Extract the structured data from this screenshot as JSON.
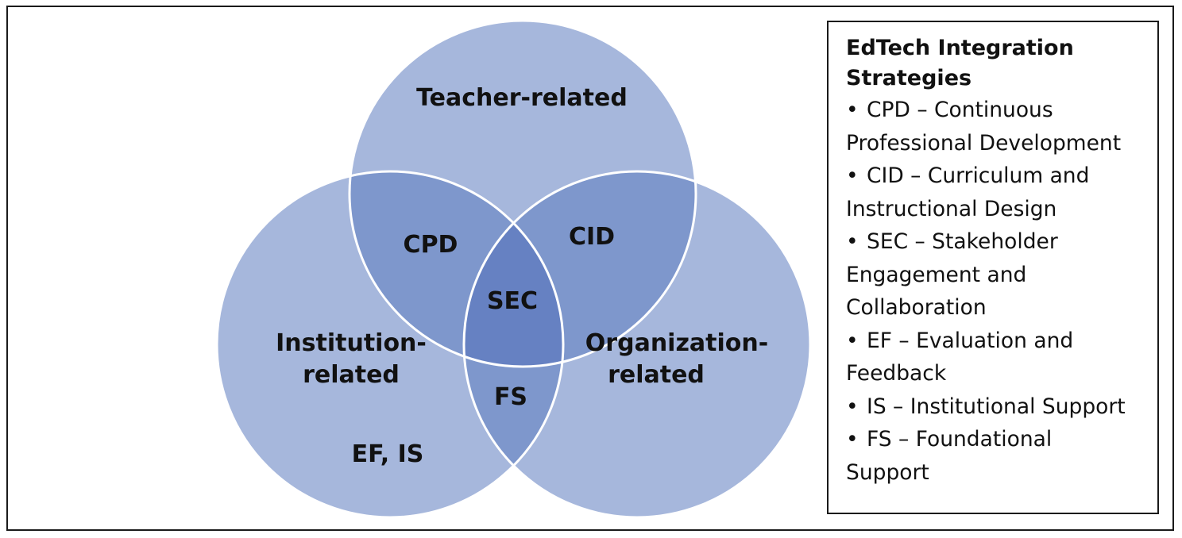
{
  "diagram": {
    "circles": {
      "teacher": "Teacher-related",
      "institution": "Institution-related",
      "institution_line1": "Institution-",
      "institution_line2": "related",
      "organization": "Organization-related",
      "organization_line1": "Organization-",
      "organization_line2": "related"
    },
    "regions": {
      "teacher_institution": "CPD",
      "teacher_organization": "CID",
      "all_three": "SEC",
      "institution_organization": "FS",
      "institution_only": "EF, IS"
    },
    "colors": {
      "circle_fill": "#a6b7dc",
      "overlap_two": "#7e97cc",
      "overlap_three": "#6681c2",
      "circle_stroke": "#ffffff"
    }
  },
  "legend": {
    "title_line1": "EdTech Integration",
    "title_line2": "Strategies",
    "bullet": "•",
    "items": [
      {
        "line1": "CPD – Continuous",
        "line2": "Professional Development"
      },
      {
        "line1": "CID – Curriculum and",
        "line2": "Instructional Design"
      },
      {
        "line1": "SEC – Stakeholder",
        "line2": "Engagement and",
        "line3": "Collaboration"
      },
      {
        "line1": "EF – Evaluation and",
        "line2": "Feedback"
      },
      {
        "line1": "IS – Institutional Support"
      },
      {
        "line1": "FS – Foundational",
        "line2": "Support"
      }
    ]
  }
}
